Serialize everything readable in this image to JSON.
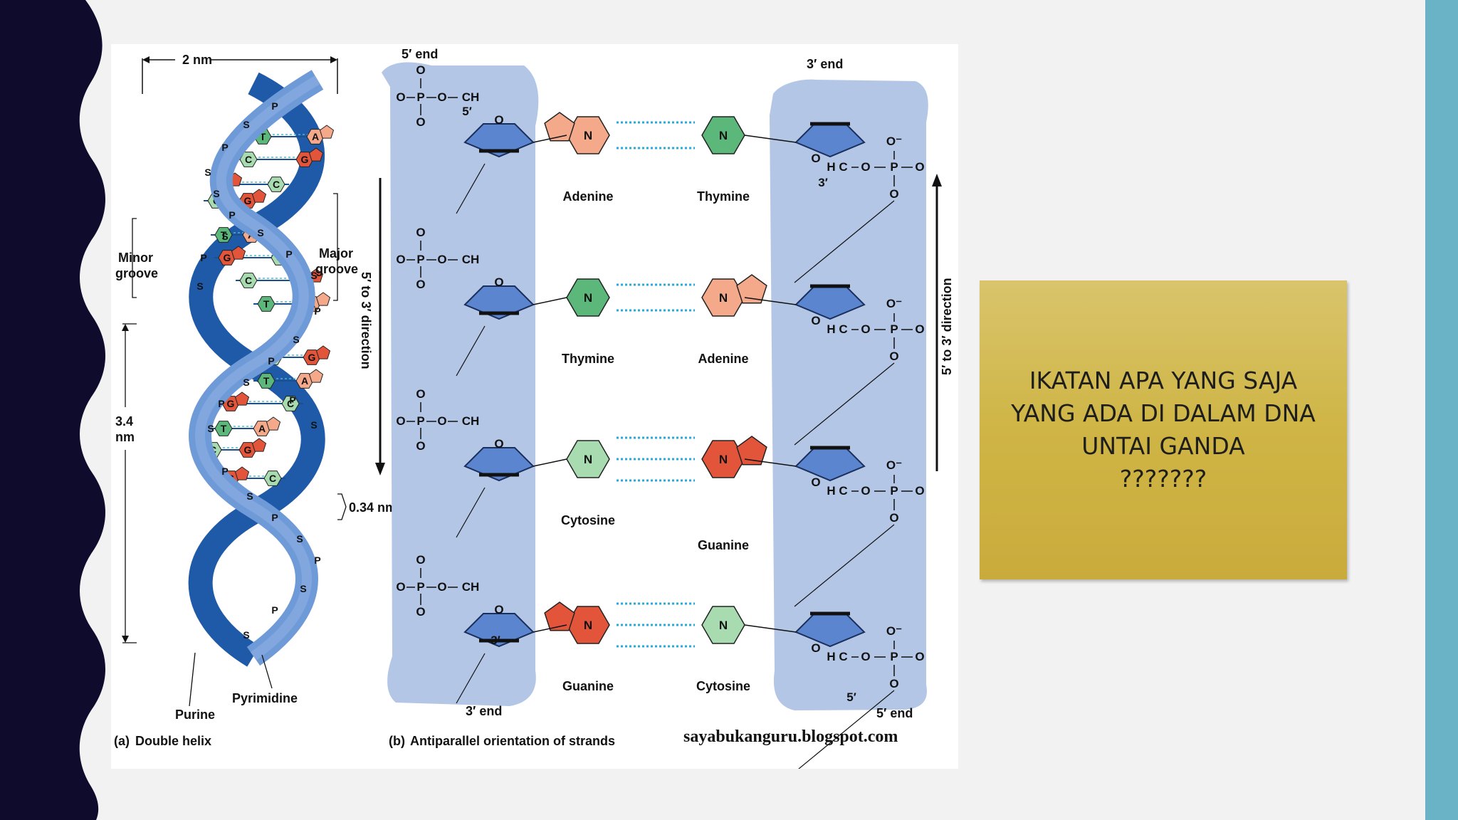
{
  "slide": {
    "question": "IKATAN APA YANG SAJA\nYANG ADA DI DALAM DNA\nUNTAI GANDA\n???????",
    "colors": {
      "left_band": "#0e0b2c",
      "right_stripe": "#6ab3c6",
      "box_gold": "#cfb545",
      "strand_blue": "#b4c6e6",
      "sugar_blue": "#5b86cf"
    }
  },
  "figure": {
    "panel_a": {
      "caption_letter": "(a)",
      "caption": "Double helix",
      "width_label": "2 nm",
      "minor_groove": [
        "Minor",
        "groove"
      ],
      "major_groove": [
        "Major",
        "groove"
      ],
      "turn_length": [
        "3.4",
        "nm"
      ],
      "rise_label": "0.34 nm",
      "purine_label": "Purine",
      "pyrimidine_label": "Pyrimidine",
      "backbone_letters": {
        "phosphate": "P",
        "sugar": "S"
      },
      "base_pairs": [
        {
          "left": "T",
          "right": "A"
        },
        {
          "left": "C",
          "right": "G"
        },
        {
          "left": "G",
          "right": "C"
        },
        {
          "left": "C",
          "right": "G"
        },
        {
          "left": "T",
          "right": "A"
        },
        {
          "left": "G",
          "right": "C"
        },
        {
          "left": "C",
          "right": "G"
        },
        {
          "left": "T",
          "right": "A"
        },
        {
          "left": "C",
          "right": "G"
        },
        {
          "left": "T",
          "right": "A"
        },
        {
          "left": "G",
          "right": "C"
        },
        {
          "left": "T",
          "right": "A"
        },
        {
          "left": "C",
          "right": "G"
        },
        {
          "left": "G",
          "right": "C"
        }
      ]
    },
    "panel_b": {
      "caption_letter": "(b)",
      "caption": "Antiparallel orientation of strands",
      "left_top_end": "5′ end",
      "left_bottom_end": "3′ end",
      "right_top_end": "3′ end",
      "right_bottom_end": "5′ end",
      "left_arrow_label": "5′ to 3′ direction",
      "right_arrow_label": "5′ to 3′ direction",
      "prime5": "5′",
      "prime3": "3′",
      "rows": [
        {
          "left_base": "Adenine",
          "right_base": "Thymine"
        },
        {
          "left_base": "Thymine",
          "right_base": "Adenine"
        },
        {
          "left_base": "Cytosine",
          "right_base": "Guanine"
        },
        {
          "left_base": "Guanine",
          "right_base": "Cytosine"
        }
      ]
    },
    "watermark": "sayabukanguru.blogspot.com"
  }
}
